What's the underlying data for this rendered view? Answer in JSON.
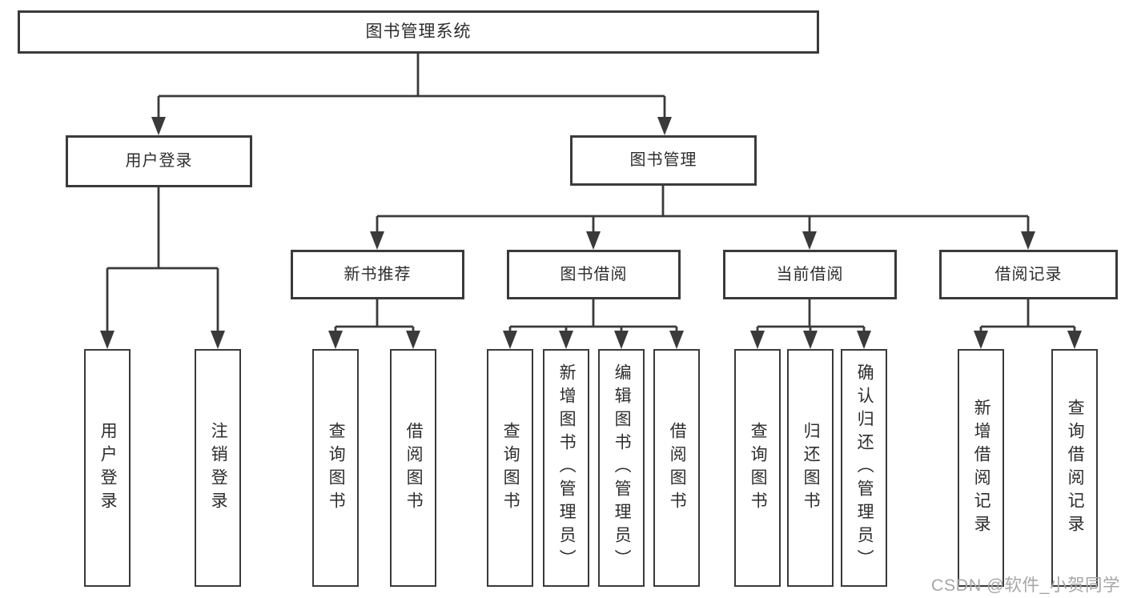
{
  "colors": {
    "line": "#3a3a3a",
    "text": "#2d2d2d",
    "watermark": "#a7a7a7",
    "background": "#ffffff"
  },
  "watermark": {
    "text": "CSDN @软件_小贺同学"
  },
  "tree": {
    "root": {
      "label": "图书管理系统"
    },
    "branches": [
      {
        "label": "用户登录",
        "children": [
          {
            "label": "用户登录"
          },
          {
            "label": "注销登录"
          }
        ]
      },
      {
        "label": "图书管理",
        "children": [
          {
            "label": "新书推荐",
            "children": [
              {
                "label": "查询图书"
              },
              {
                "label": "借阅图书"
              }
            ]
          },
          {
            "label": "图书借阅",
            "children": [
              {
                "label": "查询图书"
              },
              {
                "label": "新增图书（管理员）"
              },
              {
                "label": "编辑图书（管理员）"
              },
              {
                "label": "借阅图书"
              }
            ]
          },
          {
            "label": "当前借阅",
            "children": [
              {
                "label": "查询图书"
              },
              {
                "label": "归还图书"
              },
              {
                "label": "确认归还（管理员）"
              }
            ]
          },
          {
            "label": "借阅记录",
            "children": [
              {
                "label": "新增借阅记录"
              },
              {
                "label": "查询借阅记录"
              }
            ]
          }
        ]
      }
    ]
  }
}
